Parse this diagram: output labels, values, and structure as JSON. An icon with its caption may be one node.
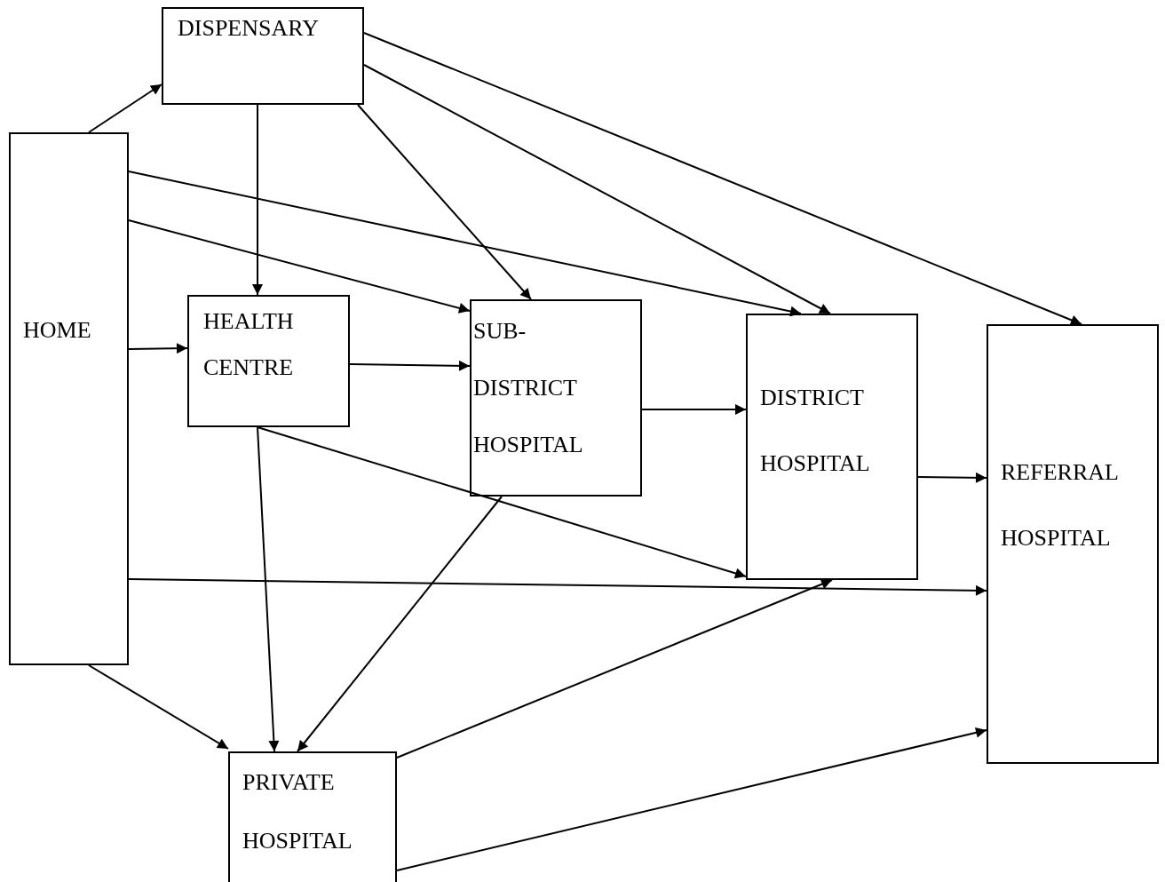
{
  "diagram": {
    "nodes": [
      {
        "text": [
          "DISPENSARY"
        ]
      },
      {
        "text": [
          "HOME"
        ]
      },
      {
        "text": [
          "HEALTH CENTRE"
        ]
      },
      {
        "text": [
          "SUB- DISTRICT HOSPITAL"
        ]
      },
      {
        "text": [
          "DISTRICT HOSPITAL"
        ]
      },
      {
        "text": [
          "REFERRAL HOSPITAL"
        ]
      },
      {
        "text": [
          "PRIVATE HOSPITAL"
        ]
      }
    ],
    "edges": [
      {
        "from": 1,
        "to": 0,
        "arrow": "to"
      },
      {
        "from": 0,
        "to": 2,
        "arrow": "to"
      },
      {
        "from": 0,
        "to": 3,
        "arrow": "to"
      },
      {
        "from": 0,
        "to": 4,
        "arrow": "to"
      },
      {
        "from": 0,
        "to": 5,
        "arrow": "to"
      },
      {
        "from": 1,
        "to": 4,
        "arrow": "to"
      },
      {
        "from": 1,
        "to": 3,
        "arrow": "to"
      },
      {
        "from": 1,
        "to": 2,
        "arrow": "to"
      },
      {
        "from": 2,
        "to": 3,
        "arrow": "to"
      },
      {
        "from": 3,
        "to": 4,
        "arrow": "to"
      },
      {
        "from": 4,
        "to": 5,
        "arrow": "to"
      },
      {
        "from": 2,
        "to": 4,
        "arrow": "to"
      },
      {
        "from": 2,
        "to": 6,
        "arrow": "to"
      },
      {
        "from": 3,
        "to": 6,
        "arrow": "to"
      },
      {
        "from": 1,
        "to": 5,
        "arrow": "to"
      },
      {
        "from": 1,
        "to": 6,
        "arrow": "to"
      },
      {
        "from": 6,
        "to": 4,
        "arrow": "to"
      },
      {
        "from": 6,
        "to": 5,
        "arrow": "to"
      }
    ]
  }
}
